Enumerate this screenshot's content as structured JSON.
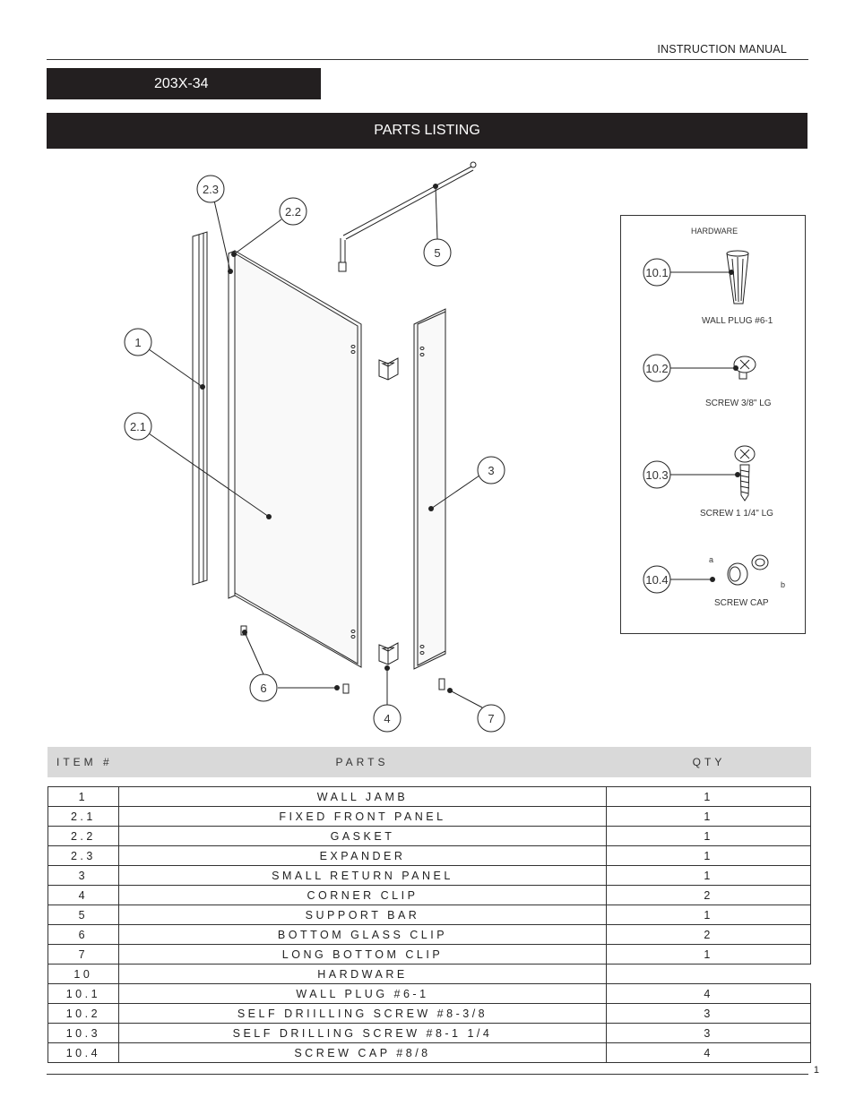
{
  "header": {
    "manual_label": "INSTRUCTION MANUAL"
  },
  "model": "203X-34",
  "section_title": "PARTS LISTING",
  "diagram": {
    "callouts": [
      "2.3",
      "2.2",
      "1",
      "2.1",
      "5",
      "3",
      "6",
      "4",
      "7"
    ]
  },
  "hardware": {
    "title": "HARDWARE",
    "items": [
      {
        "id": "10.1",
        "label": "WALL PLUG #6-1"
      },
      {
        "id": "10.2",
        "label": "SCREW 3/8\" LG"
      },
      {
        "id": "10.3",
        "label": "SCREW 1 1/4\" LG"
      },
      {
        "id": "10.4",
        "label": "SCREW CAP",
        "sub_a": "a",
        "sub_b": "b"
      }
    ]
  },
  "table": {
    "headers": {
      "item": "ITEM #",
      "parts": "PARTS",
      "qty": "QTY"
    },
    "rows": [
      {
        "item": "1",
        "part": "WALL JAMB",
        "qty": "1"
      },
      {
        "item": "2.1",
        "part": "FIXED FRONT PANEL",
        "qty": "1"
      },
      {
        "item": "2.2",
        "part": "GASKET",
        "qty": "1"
      },
      {
        "item": "2.3",
        "part": "EXPANDER",
        "qty": "1"
      },
      {
        "item": "3",
        "part": "SMALL RETURN PANEL",
        "qty": "1"
      },
      {
        "item": "4",
        "part": "CORNER CLIP",
        "qty": "2"
      },
      {
        "item": "5",
        "part": "SUPPORT BAR",
        "qty": "1"
      },
      {
        "item": "6",
        "part": "BOTTOM GLASS CLIP",
        "qty": "2"
      },
      {
        "item": "7",
        "part": "LONG BOTTOM CLIP",
        "qty": "1"
      },
      {
        "item": "10",
        "part": "HARDWARE",
        "qty": ""
      },
      {
        "item": "10.1",
        "part": "WALL PLUG #6-1",
        "qty": "4"
      },
      {
        "item": "10.2",
        "part": "SELF DRIILLING SCREW #8-3/8",
        "qty": "3"
      },
      {
        "item": "10.3",
        "part": "SELF DRILLING SCREW #8-1 1/4",
        "qty": "3"
      },
      {
        "item": "10.4",
        "part": "SCREW CAP #8/8",
        "qty": "4"
      }
    ]
  },
  "page_number": "1"
}
